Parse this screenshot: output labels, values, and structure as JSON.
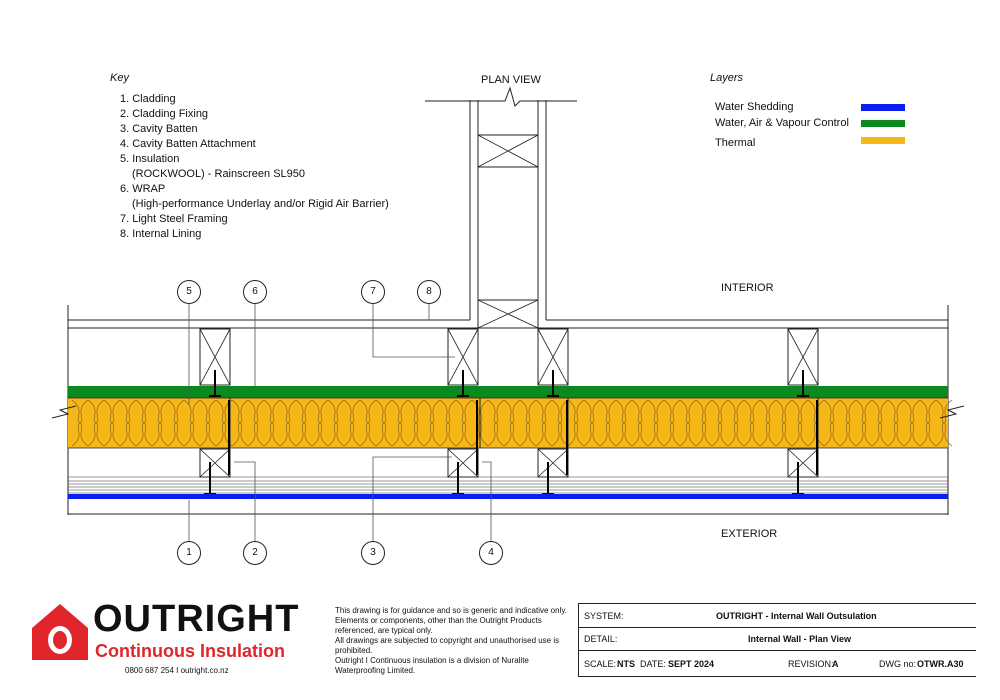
{
  "key": {
    "title": "Key",
    "items": [
      "1. Cladding",
      "2. Cladding Fixing",
      "3. Cavity Batten",
      "4. Cavity Batten Attachment",
      "5. Insulation",
      "(ROCKWOOL) - Rainscreen SL950",
      "6. WRAP",
      "(High-performance Underlay and/or Rigid Air Barrier)",
      "7. Light Steel Framing",
      "8. Internal Lining"
    ]
  },
  "layers": {
    "title": "Layers",
    "items": [
      {
        "label": "Water Shedding",
        "color": "#0a1ef0"
      },
      {
        "label": "Water, Air & Vapour Control",
        "color": "#0a8a1e"
      },
      {
        "label": "Thermal",
        "color": "#f7b719"
      }
    ]
  },
  "drawing": {
    "plan_view_label": "PLAN VIEW",
    "interior_label": "INTERIOR",
    "exterior_label": "EXTERIOR",
    "callouts_top": [
      "5",
      "6",
      "7",
      "8"
    ],
    "callouts_bottom": [
      "1",
      "2",
      "3",
      "4"
    ]
  },
  "logo": {
    "name": "OUTRIGHT",
    "tagline": "Continuous Insulation",
    "contact": "0800 687 254 I outright.co.nz",
    "brand_color": "#e0262b"
  },
  "disclaimer": [
    "This drawing is for guidance and so is generic and indicative only.",
    "Elements or components, other than the Outright Products",
    "referenced, are typical only.",
    "All drawings are subjected to copyright and unauthorised use is",
    "prohibited.",
    "Outright I Continuous insulation is a division of Nuralite",
    "Waterproofing Limited."
  ],
  "title_block": {
    "system_label": "SYSTEM:",
    "system_value": "OUTRIGHT - Internal Wall Outsulation",
    "detail_label": "DETAIL:",
    "detail_value": "Internal Wall - Plan View",
    "scale_label": "SCALE:",
    "scale_value": "NTS",
    "date_label": "DATE:",
    "date_value": "SEPT 2024",
    "revision_label": "REVISION:",
    "revision_value": "A",
    "dwg_label": "DWG no:",
    "dwg_value": "OTWR.A30"
  }
}
